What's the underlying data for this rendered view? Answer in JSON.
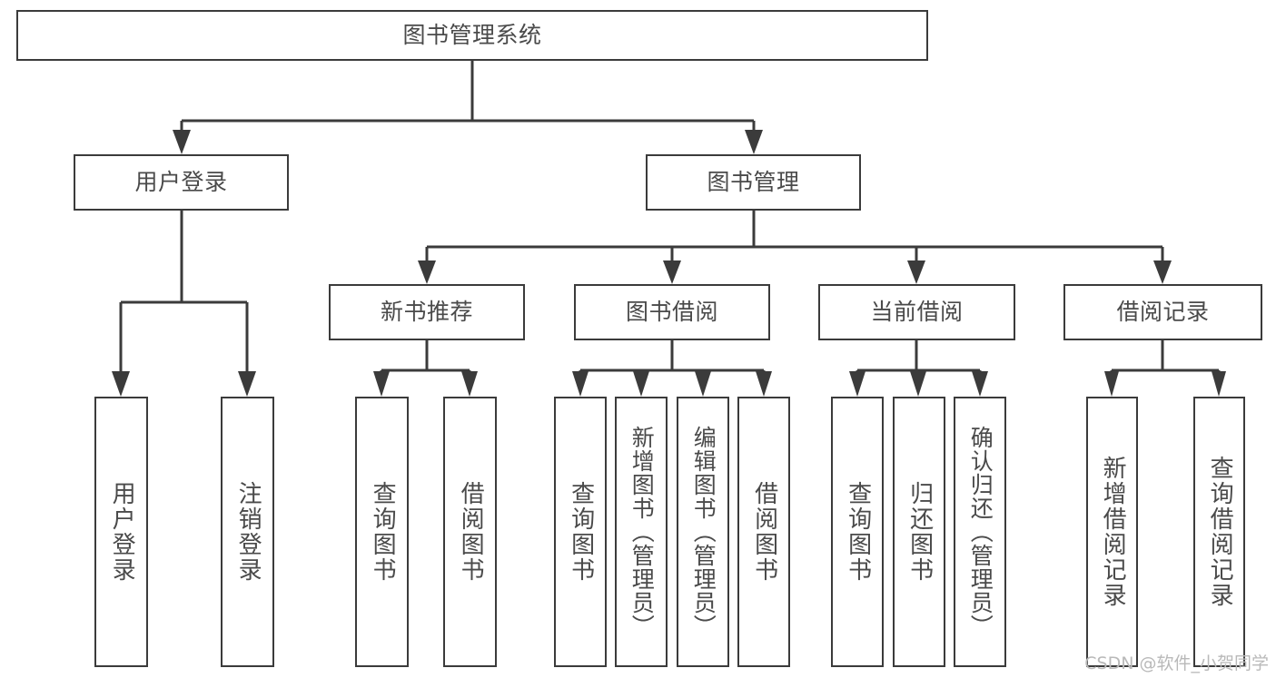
{
  "diagram": {
    "title": "图书管理系统",
    "type": "tree-hierarchy",
    "line_color": "#3b3b3b",
    "text_color": "#4a4a4a",
    "background_color": "#ffffff",
    "watermark": "CSDN @软件_小贺同学"
  },
  "nodes": {
    "root": {
      "label": "图书管理系统"
    },
    "level2": [
      {
        "label": "用户登录"
      },
      {
        "label": "图书管理"
      }
    ],
    "level3": [
      {
        "label": "新书推荐"
      },
      {
        "label": "图书借阅"
      },
      {
        "label": "当前借阅"
      },
      {
        "label": "借阅记录"
      }
    ],
    "leaves_user_login": [
      {
        "label": "用户登录"
      },
      {
        "label": "注销登录"
      }
    ],
    "leaves_new_book": [
      {
        "label": "查询图书"
      },
      {
        "label": "借阅图书"
      }
    ],
    "leaves_borrow": [
      {
        "label": "查询图书"
      },
      {
        "label": "新增图书（管理员）"
      },
      {
        "label": "编辑图书（管理员）"
      },
      {
        "label": "借阅图书"
      }
    ],
    "leaves_current": [
      {
        "label": "查询图书"
      },
      {
        "label": "归还图书"
      },
      {
        "label": "确认归还（管理员）"
      }
    ],
    "leaves_record": [
      {
        "label": "新增借阅记录"
      },
      {
        "label": "查询借阅记录"
      }
    ]
  }
}
